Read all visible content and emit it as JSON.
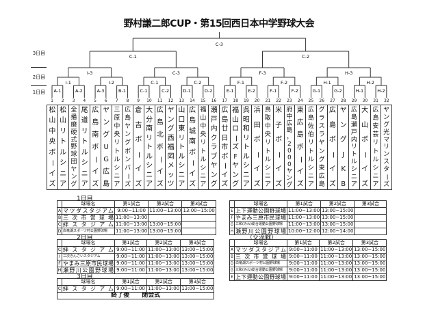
{
  "title": "野村謙二郎CUP・第15回西日本中学野球大会",
  "day_labels": [
    "3日目",
    "2日目",
    "1日目"
  ],
  "bracket": {
    "final": "C-3",
    "round4": [
      "C-1",
      "C-2"
    ],
    "round3": [
      "I-3",
      "C-3",
      "F-3",
      "H-3"
    ],
    "round2": [
      "I-1",
      "I-2",
      "C-1",
      "C-2",
      "F-1",
      "F-2",
      "H-1",
      "H-2"
    ],
    "round1": [
      "A-1",
      "A-2",
      "A-3",
      "B-1",
      "C-1",
      "C-2",
      "D-1",
      "D-2",
      "E-1",
      "E-2",
      "F-1",
      "F-2",
      "G-1",
      "G-2",
      "H-1",
      "H-2"
    ]
  },
  "teams": [
    "松山中央ボーイズ",
    "松山リトルシニア",
    "全播磨硬式野球団ヤング",
    "尾道リトルシニア",
    "広島南ボーイズ",
    "ヤングUG広島",
    "三原中央リトルシニア",
    "広島ヤングボンバーズ",
    "倉吉ボーイズ",
    "大分南リトルシニア",
    "広島北ボーイズ",
    "ヤング西福岡メッツ",
    "山口東リトルシニア",
    "広島城南ボーイズ",
    "福山中央リトルシニア",
    "瀬戸内クラブヤング",
    "広島廿日市ボーイズ",
    "福山ローズFヤング",
    "呉昭和リトルシニア",
    "浜田ボーイズ",
    "鳥取中央リトルシニア",
    "米子ボーイズ",
    "府中広島・2000ヤング",
    "東広島ボーイズ",
    "広島佐伯リトルシニア",
    "グラスラヤング東広島",
    "広島ボーイズ",
    "ヤングJKB",
    "広島瀬戸内リトルシニア",
    "大山ボーイズ",
    "広島安芸リトルシニア",
    "ヤング光マリンスターズ"
  ],
  "schedule": {
    "headers": [
      "球場名",
      "第1試合",
      "第2試合",
      "第3試合"
    ],
    "day1": {
      "label": "1日目",
      "rows": [
        {
          "code": "A",
          "venue": "マツダスタジアム",
          "g1": "9:00~11:00",
          "g2": "11:00~13:00",
          "g3": "13:00~15:00"
        },
        {
          "code": "B",
          "venue": "三次市営球場",
          "g1": "11:00~13:00",
          "g2": "",
          "g3": ""
        },
        {
          "code": "C",
          "venue": "絆スタジアム",
          "g1": "11:00~13:00",
          "g2": "13:00~15:00",
          "g3": ""
        },
        {
          "code": "D",
          "venue": "白竜湖スポーツ村公園野球場",
          "g1": "11:00~13:00",
          "g2": "13:00~15:00",
          "g3": ""
        }
      ]
    },
    "day1b": {
      "rows": [
        {
          "code": "E",
          "venue": "上下運動公園野球場",
          "g1": "11:00~13:00",
          "g2": "13:00~15:00",
          "g3": ""
        },
        {
          "code": "F",
          "venue": "やまみ三原市民球場",
          "g1": "11:00~13:00",
          "g2": "13:00~15:00",
          "g3": ""
        },
        {
          "code": "G",
          "venue": "三和(みわ)総合運動公園野球場",
          "g1": "11:00~13:00",
          "g2": "13:00~15:00",
          "g3": ""
        },
        {
          "code": "H",
          "venue": "瀬野川公園野球場",
          "g1": "10:00~12:00",
          "g2": "12:00~14:00",
          "g3": ""
        }
      ]
    },
    "day2": {
      "label": "2日目",
      "rows": [
        {
          "code": "C",
          "venue": "絆スタジアム",
          "g1": "9:00~11:00",
          "g2": "11:00~13:00",
          "g3": "13:00~15:00"
        },
        {
          "code": "I",
          "venue": "三次きんさいスタジアム",
          "g1": "9:00~11:00",
          "g2": "11:00~13:00",
          "g3": "13:00~15:00"
        },
        {
          "code": "F",
          "venue": "やまみ三原市民球場",
          "g1": "9:00~11:00",
          "g2": "11:00~13:00",
          "g3": "13:00~15:00"
        },
        {
          "code": "H",
          "venue": "瀬野川公園野球場",
          "g1": "9:00~11:00",
          "g2": "11:00~13:00",
          "g3": "13:00~15:00"
        }
      ]
    },
    "exchange": {
      "label": "（交流戦）",
      "rows": [
        {
          "code": "A",
          "venue": "マツダスタジアム",
          "g1": "9:00~11:00",
          "g2": "11:00~13:00",
          "g3": "13:00~15:00"
        },
        {
          "code": "B",
          "venue": "三次市営球場",
          "g1": "9:00~11:00",
          "g2": "11:00~13:00",
          "g3": "13:00~15:00"
        },
        {
          "code": "D",
          "venue": "白竜湖スポーツ村公園野球場",
          "g1": "9:00~11:00",
          "g2": "11:00~13:00",
          "g3": "13:00~15:00"
        },
        {
          "code": "G",
          "venue": "三和(みわ)総合運動公園野球場",
          "g1": "9:00~11:00",
          "g2": "11:00~13:00",
          "g3": "13:00~15:00"
        },
        {
          "code": "E",
          "venue": "上下運動公園野球場",
          "g1": "9:00~11:00",
          "g2": "11:00~13:00",
          "g3": "13:00~15:00"
        }
      ]
    },
    "day3": {
      "label": "3日目",
      "rows": [
        {
          "code": "C",
          "venue": "絆スタジアム",
          "g1": "9:00~11:00",
          "g2": "11:00~13:00",
          "g3": "13:00~15:00"
        }
      ],
      "closing": "終了後　　閉会式"
    }
  }
}
